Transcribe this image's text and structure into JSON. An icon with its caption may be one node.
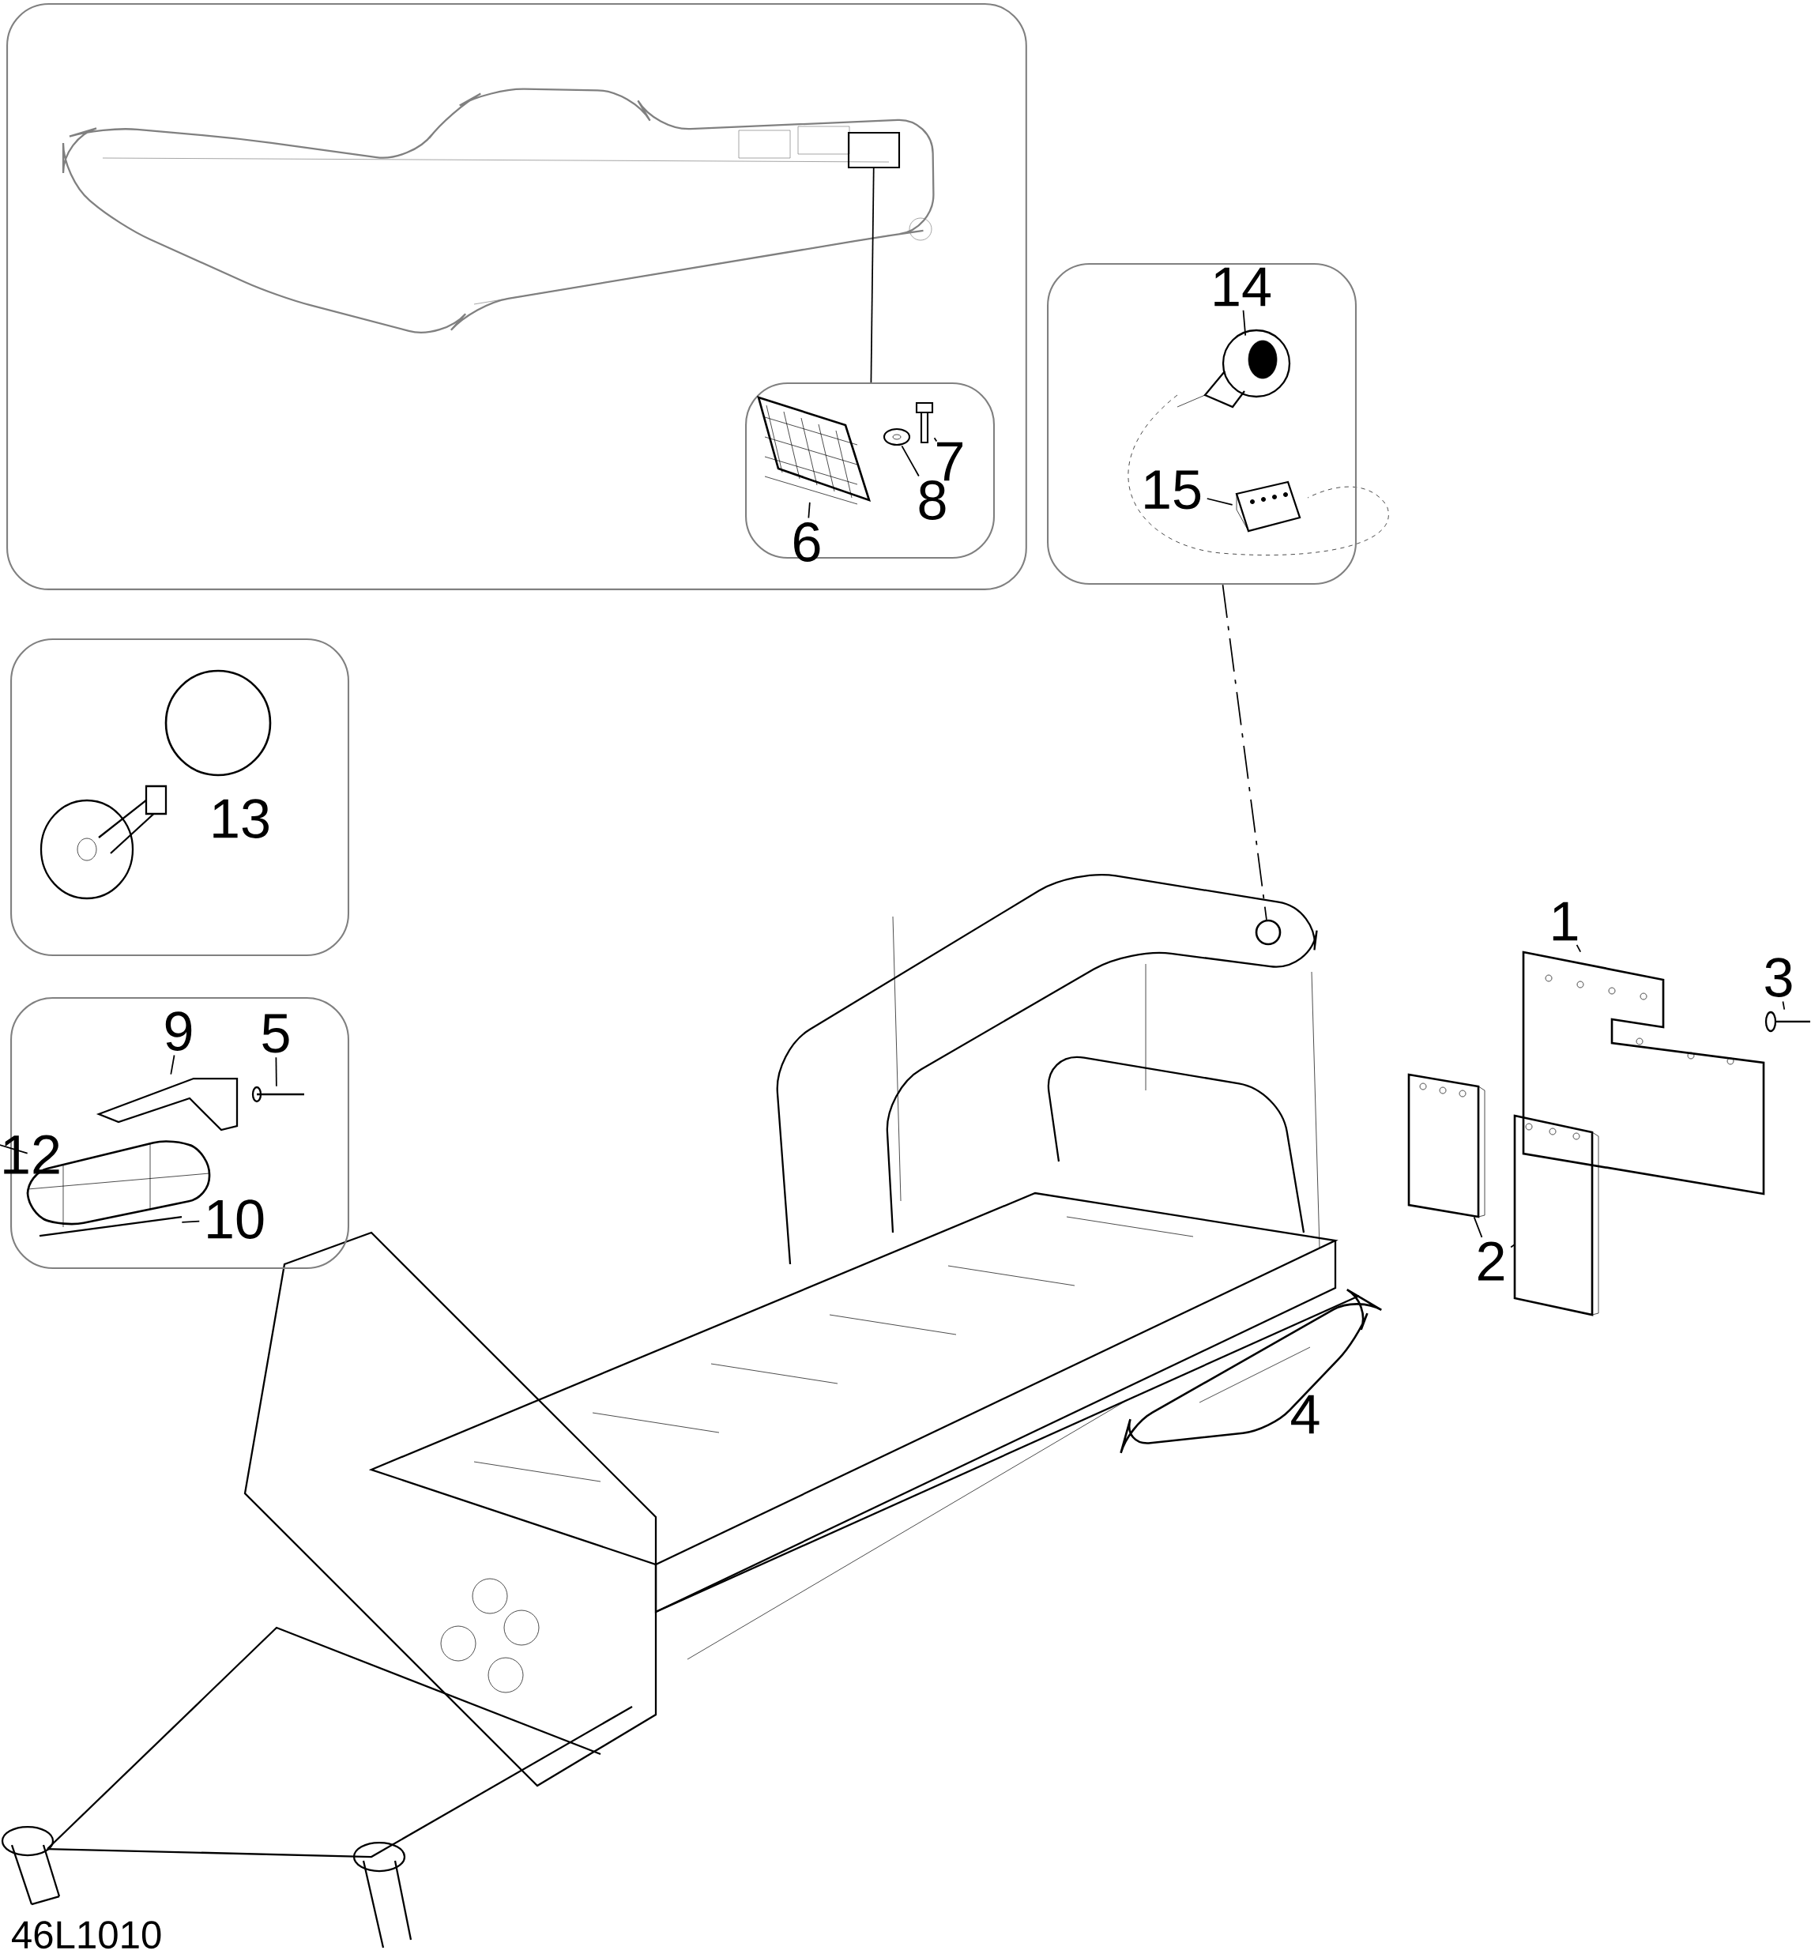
{
  "diagram": {
    "nodes": [
      {
        "text": [],
        "shape": "box"
      },
      {
        "text": [],
        "shape": "box",
        "in": 0
      },
      {
        "text": [],
        "shape": "box",
        "in": 0
      },
      {
        "text": [
          "6"
        ],
        "in": 2
      },
      {
        "text": [
          "7"
        ],
        "in": 2
      },
      {
        "text": [
          "8"
        ],
        "in": 2
      },
      {
        "text": [],
        "shape": "picture",
        "in": 2
      },
      {
        "text": [],
        "shape": "picture",
        "in": 2
      },
      {
        "text": [],
        "shape": "picture",
        "in": 2
      },
      {
        "text": [],
        "shape": "box"
      },
      {
        "text": [
          "14"
        ],
        "in": 9
      },
      {
        "text": [
          "15"
        ],
        "in": 9
      },
      {
        "text": [],
        "shape": "picture",
        "in": 9
      },
      {
        "text": [],
        "shape": "picture",
        "in": 9
      },
      {
        "text": [],
        "shape": "box"
      },
      {
        "text": [
          "13"
        ],
        "in": 14
      },
      {
        "text": [],
        "shape": "circle",
        "in": 14
      },
      {
        "text": [],
        "shape": "box"
      },
      {
        "text": [
          "9"
        ],
        "in": 17
      },
      {
        "text": [
          "5"
        ],
        "in": 17
      },
      {
        "text": [
          "12"
        ],
        "in": 17
      },
      {
        "text": [
          "10"
        ],
        "in": 17
      },
      {
        "text": [],
        "shape": "picture",
        "in": 17
      },
      {
        "text": [],
        "shape": "picture",
        "in": 17
      },
      {
        "text": [],
        "shape": "picture",
        "in": 17
      },
      {
        "text": [],
        "shape": "picture",
        "in": 17
      },
      {
        "text": [],
        "shape": "circle"
      },
      {
        "text": [
          "1"
        ]
      },
      {
        "text": [
          "3"
        ]
      },
      {
        "text": [
          "2"
        ]
      },
      {
        "text": [
          "4"
        ]
      },
      {
        "text": [],
        "shape": "picture"
      },
      {
        "text": [],
        "shape": "picture"
      },
      {
        "text": [],
        "shape": "picture"
      },
      {
        "text": [],
        "shape": "picture"
      },
      {
        "text": [],
        "shape": "picture"
      }
    ],
    "edges": [
      {
        "from": 3,
        "to": 6,
        "arrow": "none"
      },
      {
        "from": 4,
        "to": 7,
        "arrow": "none"
      },
      {
        "from": 5,
        "to": 8,
        "arrow": "none"
      },
      {
        "from": 2,
        "to": 1,
        "arrow": "none"
      },
      {
        "from": 10,
        "to": 12,
        "arrow": "none"
      },
      {
        "from": 11,
        "to": 13,
        "arrow": "none"
      },
      {
        "from": 9,
        "to": 26,
        "arrow": "none",
        "style": "dashed"
      },
      {
        "from": 18,
        "to": 22,
        "arrow": "none"
      },
      {
        "from": 19,
        "to": 23,
        "arrow": "none"
      },
      {
        "from": 20,
        "to": 24,
        "arrow": "none"
      },
      {
        "from": 21,
        "to": 25,
        "arrow": "none"
      },
      {
        "from": 27,
        "to": 31,
        "arrow": "none"
      },
      {
        "from": 28,
        "to": 32,
        "arrow": "none"
      },
      {
        "from": 29,
        "to": 33,
        "arrow": "none"
      },
      {
        "from": 29,
        "to": 34,
        "arrow": "none"
      }
    ],
    "labels": [
      "46L1010"
    ]
  }
}
